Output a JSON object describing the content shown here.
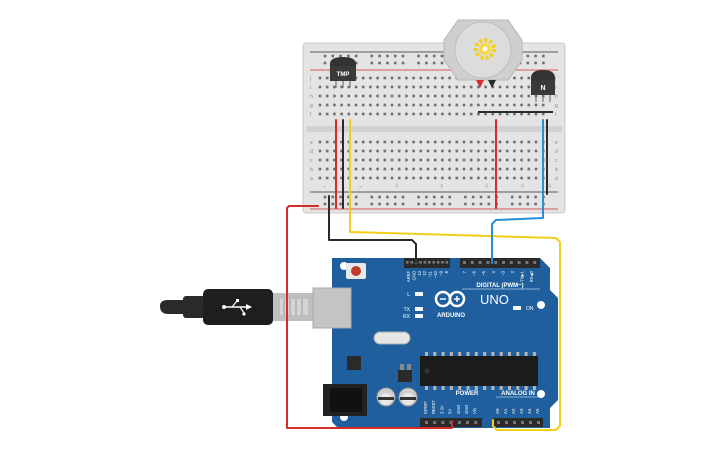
{
  "breadboard": {
    "row_labels_top": [
      "j",
      "i",
      "h",
      "g",
      "f"
    ],
    "row_labels_bottom": [
      "e",
      "d",
      "c",
      "b",
      "a"
    ],
    "column_numbers": [
      "1",
      "5",
      "10",
      "15",
      "20",
      "25",
      "30"
    ]
  },
  "components": {
    "temp_sensor_label": "TMP",
    "transistor_label": "N",
    "motor_icon": "gear-icon"
  },
  "arduino": {
    "board_name": "UNO",
    "brand": "ARDUINO",
    "digital_header_label": "DIGITAL (PWM~)",
    "digital_pins": [
      "AREF",
      "GND",
      "13",
      "12",
      "~11",
      "~10",
      "~9",
      "8",
      "7",
      "~6",
      "~5",
      "4",
      "~3",
      "2",
      "TX▶1",
      "RX◀0"
    ],
    "power_header_label": "POWER",
    "power_pins": [
      "IOREF",
      "RESET",
      "3.3V",
      "5V",
      "GND",
      "GND",
      "Vin"
    ],
    "analog_header_label": "ANALOG IN",
    "analog_pins": [
      "A0",
      "A1",
      "A2",
      "A3",
      "A4",
      "A5"
    ],
    "led_labels": [
      "L",
      "TX",
      "RX"
    ],
    "on_label": "ON"
  },
  "colors": {
    "wire_red": "#d62b2b",
    "wire_black": "#2b2b2b",
    "wire_yellow": "#f2cf1a",
    "wire_blue": "#2b8fd6",
    "board_blue": "#1f5f9e",
    "breadboard": "#e6e6e6"
  }
}
